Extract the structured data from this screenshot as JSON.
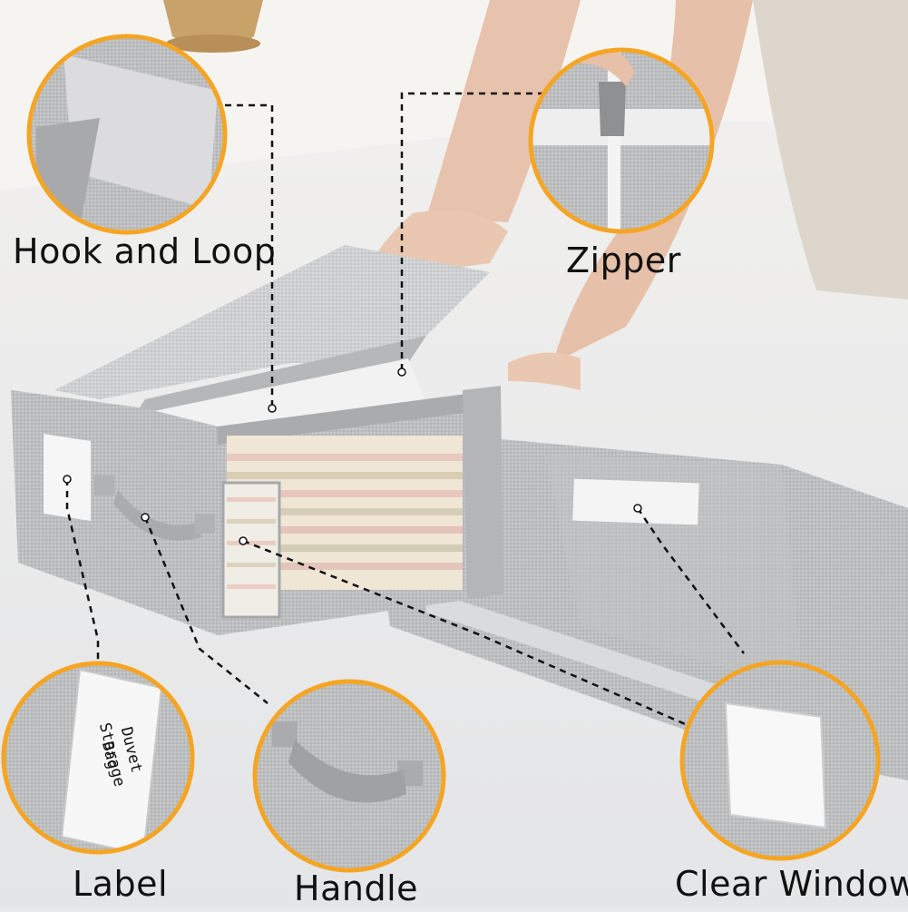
{
  "callouts": {
    "hook_and_loop": "Hook and Loop",
    "zipper": "Zipper",
    "label": "Label",
    "handle": "Handle",
    "clear_window": "Clear Window"
  },
  "label_tag": {
    "line1": "Duvet Storage",
    "line2": "Bag"
  },
  "colors": {
    "callout_ring": "#f5a524",
    "fabric_gray": "#b9bbbd",
    "leader_line": "#111111"
  }
}
